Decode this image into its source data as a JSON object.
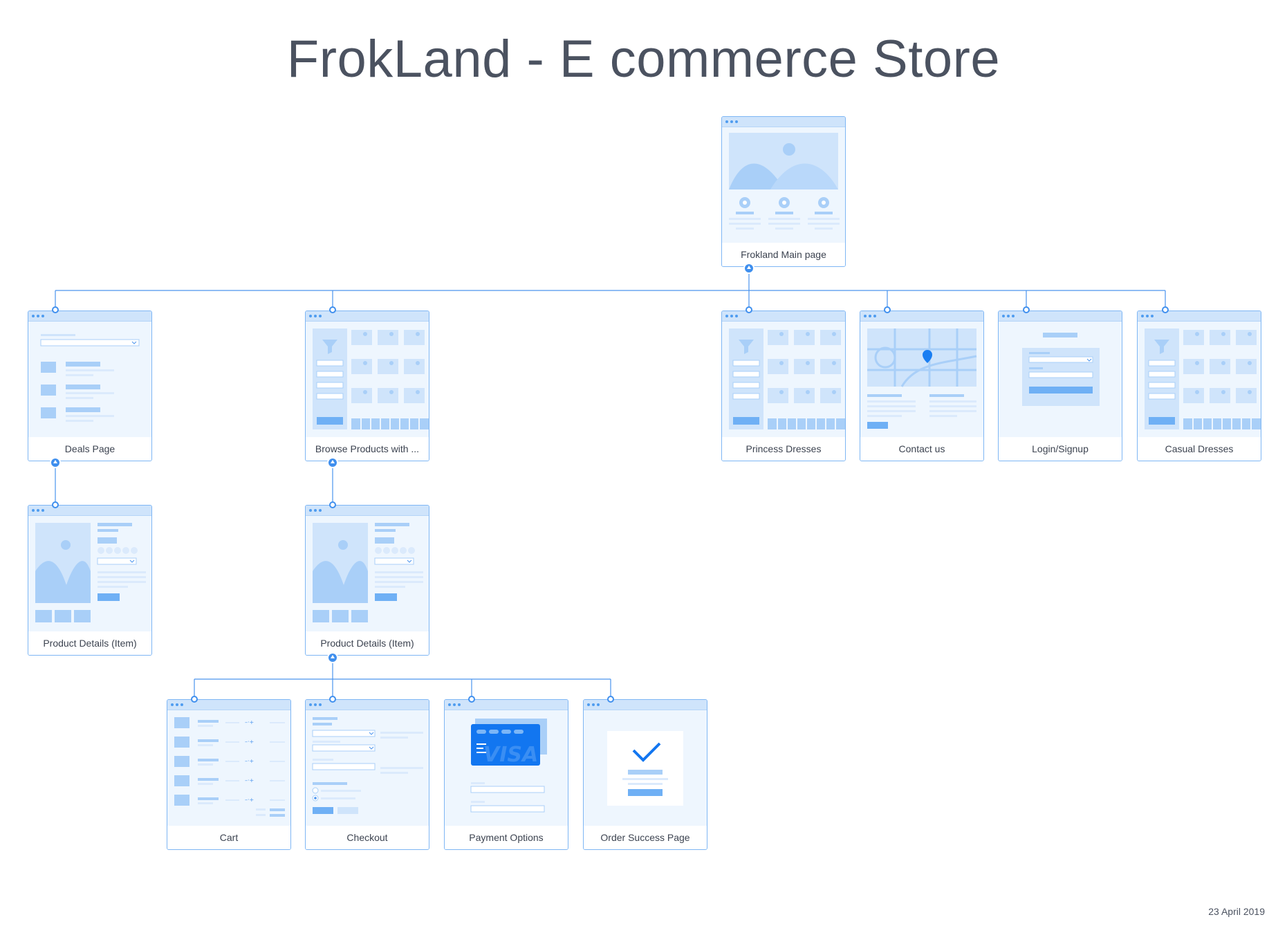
{
  "page": {
    "title": "FrokLand - E commerce Store",
    "date": "23 April 2019"
  },
  "screens": {
    "main": "Frokland Main page",
    "deals": "Deals Page",
    "browse": "Browse Products with ...",
    "princess": "Princess Dresses",
    "contact": "Contact us",
    "login": "Login/Signup",
    "casual": "Casual Dresses",
    "details_deals": "Product Details (Item)",
    "details_browse": "Product Details (Item)",
    "cart": "Cart",
    "checkout": "Checkout",
    "payment": "Payment Options",
    "success": "Order Success Page"
  },
  "colors": {
    "line": "#4a94ee",
    "accent": "#3f8fee",
    "wire_light": "#cfe4fb",
    "wire_mid": "#a9cff8",
    "visa_card": "#1276f0"
  },
  "icons": {
    "payment": "visa-card-icon",
    "success": "checkmark-icon",
    "contact": "map-pin-icon",
    "browse": "filter-icon"
  }
}
